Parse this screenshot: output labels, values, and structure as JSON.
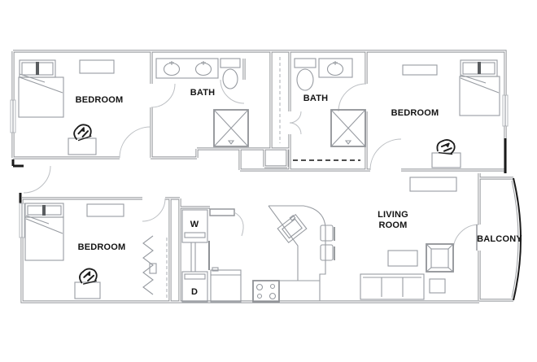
{
  "plan": {
    "rooms": {
      "bedroom_top_left": {
        "label": "BEDROOM"
      },
      "bath_left": {
        "label": "BATH"
      },
      "bath_right": {
        "label": "BATH"
      },
      "bedroom_top_right": {
        "label": "BEDROOM"
      },
      "bedroom_bottom_left": {
        "label": "BEDROOM"
      },
      "living_room": {
        "label_line1": "LIVING",
        "label_line2": "ROOM"
      },
      "balcony": {
        "label": "BALCONY"
      }
    },
    "laundry": {
      "washer_label": "W",
      "dryer_label": "D"
    },
    "colors": {
      "wall_gray": "#8f9296",
      "wall_black": "#1b1b1b",
      "furniture_gray": "#979ba1",
      "label_black": "#141414",
      "background": "#ffffff"
    }
  }
}
